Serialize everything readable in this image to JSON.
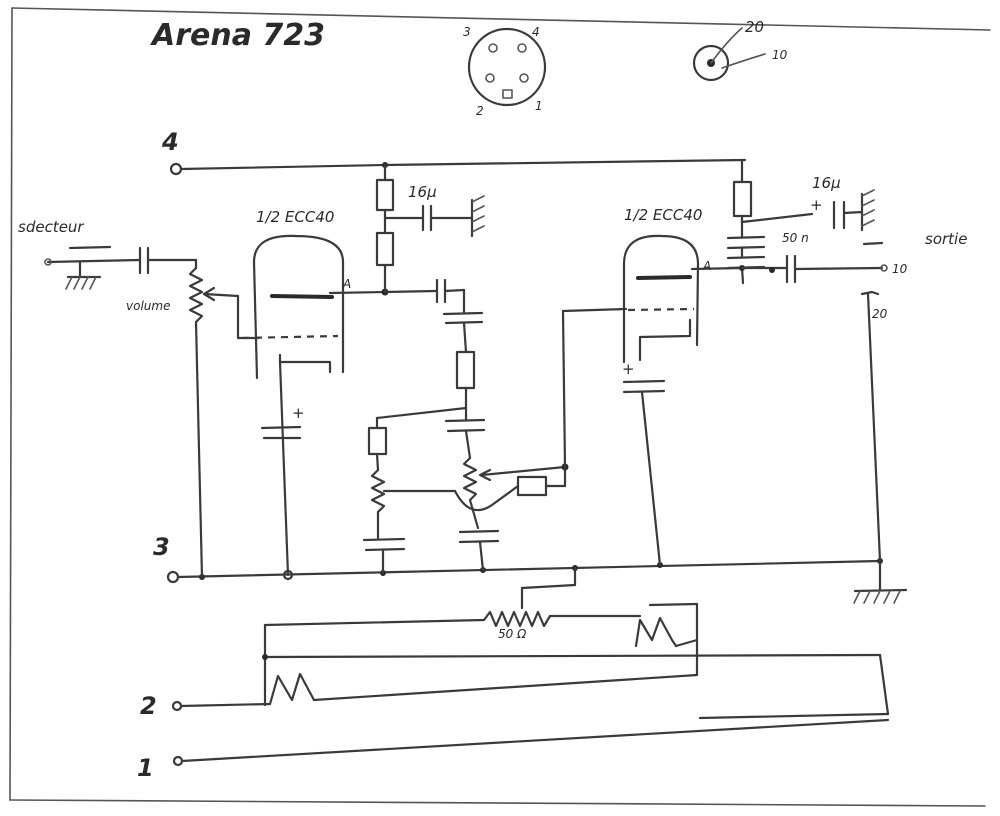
{
  "title": "Arena 723",
  "din_connector": {
    "pins": [
      "3",
      "4",
      "2",
      "1"
    ]
  },
  "coax_connector": {
    "labels": [
      "20",
      "10"
    ]
  },
  "terminals": {
    "t4": "4",
    "t3": "3",
    "t2": "2",
    "t1": "1"
  },
  "input_label": "sdecteur",
  "volume_label": "volume",
  "tube_left": "1/2 ECC40",
  "tube_right": "1/2 ECC40",
  "anode_left": "A",
  "anode_right": "A",
  "cap_16u_left": "16µ",
  "cap_16u_right": "16µ",
  "cap_50n": "50 n",
  "output_label": "sortie",
  "out_10": "10",
  "out_20": "20",
  "pot_50ohm": "50 Ω",
  "plus_sign": "+"
}
